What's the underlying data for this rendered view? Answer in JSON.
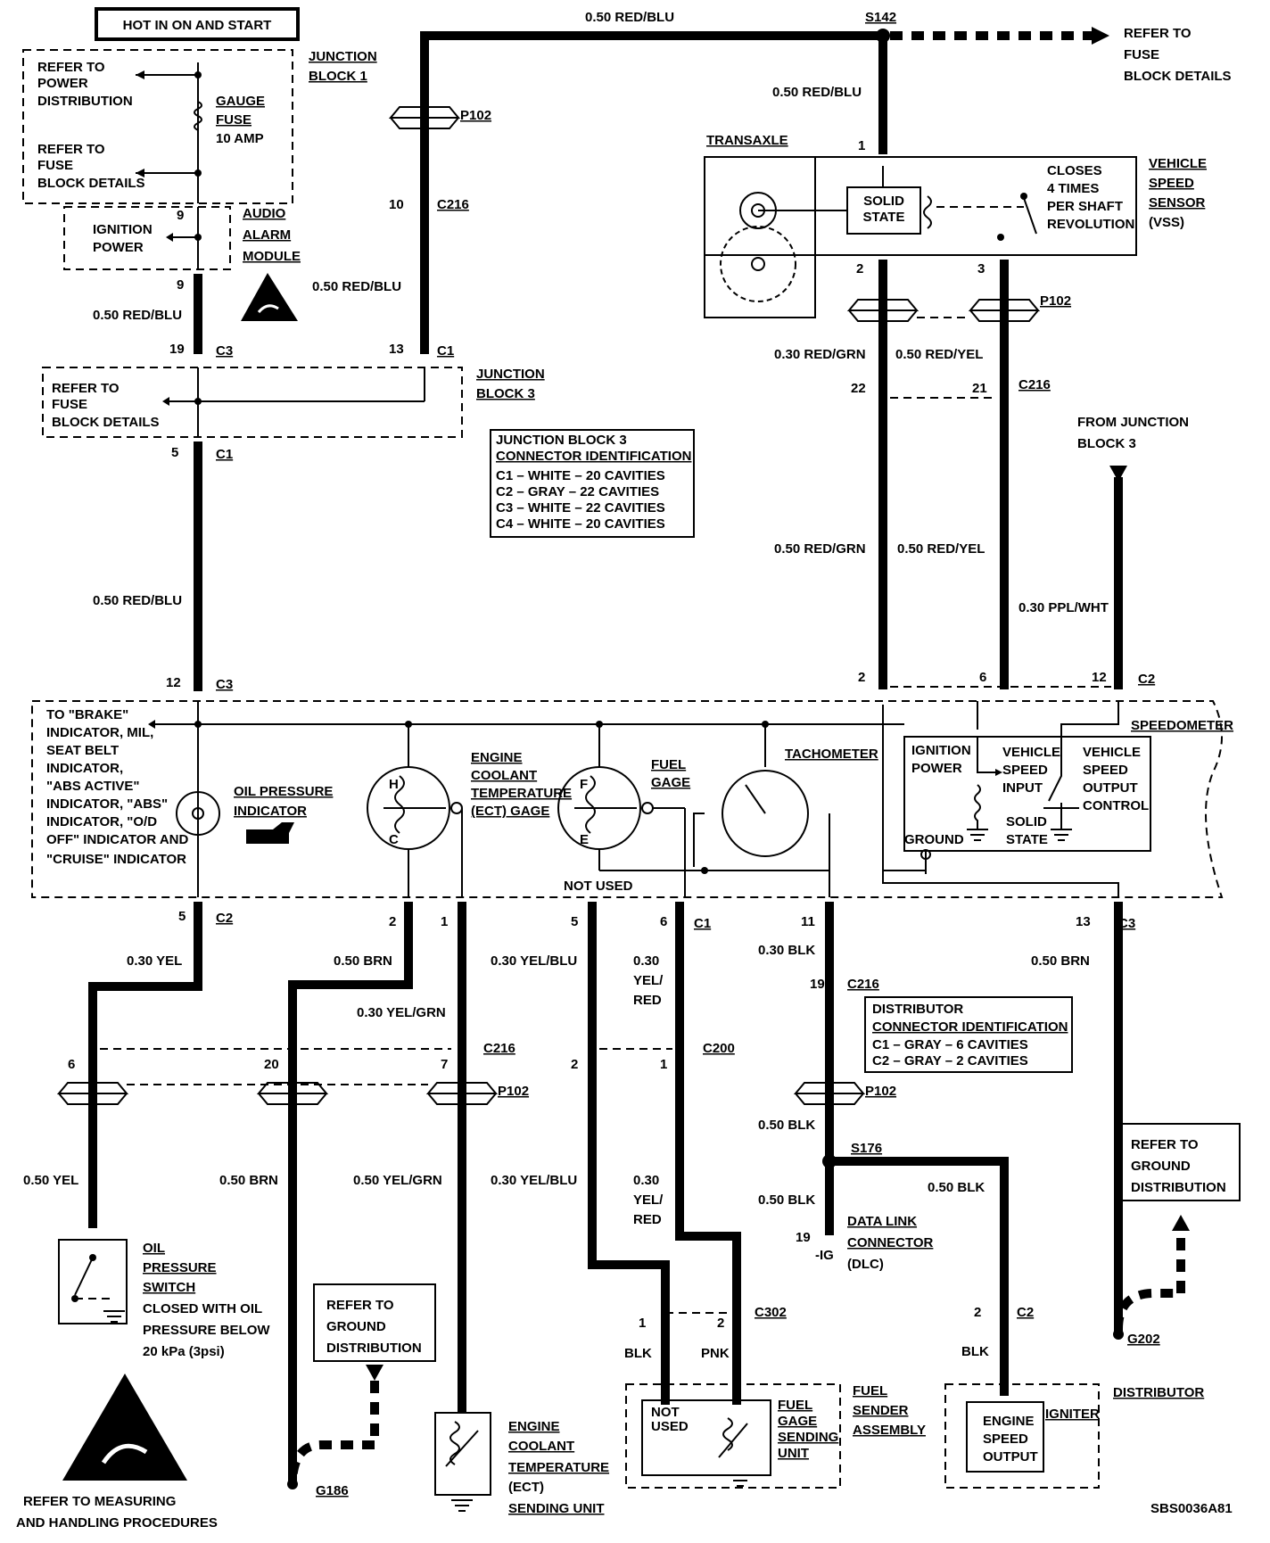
{
  "header": {
    "power_label": "HOT IN ON AND START"
  },
  "junction_block_1": {
    "title": [
      "JUNCTION",
      "BLOCK 1"
    ],
    "refer_power": [
      "REFER TO",
      "POWER",
      "DISTRIBUTION"
    ],
    "fuse": [
      "GAUGE",
      "FUSE",
      "10 AMP"
    ],
    "refer_fuse": [
      "REFER TO",
      "FUSE",
      "BLOCK DETAILS"
    ]
  },
  "audio_alarm": {
    "ignition": [
      "IGNITION",
      "POWER"
    ],
    "title": [
      "AUDIO",
      "ALARM",
      "MODULE"
    ]
  },
  "junction_block_3": {
    "title": [
      "JUNCTION",
      "BLOCK 3"
    ],
    "refer_fuse": [
      "REFER TO",
      "FUSE",
      "BLOCK DETAILS"
    ],
    "ident_title": [
      "JUNCTION BLOCK 3",
      "CONNECTOR IDENTIFICATION"
    ],
    "ident_lines": [
      "C1 – WHITE – 20 CAVITIES",
      "C2 – GRAY – 22 CAVITIES",
      "C3 – WHITE – 22 CAVITIES",
      "C4 – WHITE – 20 CAVITIES"
    ]
  },
  "wires": {
    "red_blu": "0.50 RED/BLU",
    "red_blu_spaced": "0.50  RED/BLU",
    "red_grn_030": "0.30 RED/GRN",
    "red_yel_spaced": "0.50  RED/YEL",
    "red_grn": "0.50 RED/GRN",
    "red_yel": "0.50 RED/YEL",
    "ppl_wht": "0.30 PPL/WHT",
    "yel_030": "0.30 YEL",
    "brn": "0.50 BRN",
    "yel_grn_030": "0.30 YEL/GRN",
    "yel_blu_030": "0.30 YEL/BLU",
    "yel_red_030": [
      "0.30",
      "YEL/",
      "RED"
    ],
    "blk_030": "0.30 BLK",
    "brn_right": "0.50 BRN",
    "yel_050": "0.50 YEL",
    "brn_050": "0.50 BRN",
    "yel_grn_050": "0.50  YEL/GRN",
    "blk_050": "0.50 BLK",
    "blk_050b": "0.50 BLK",
    "blk_050c": "0.50 BLK",
    "blk": "BLK",
    "pnk": "PNK",
    "blk_ign": "BLK"
  },
  "splices": {
    "s142": "S142",
    "s176": "S176"
  },
  "connectors": {
    "p102": "P102",
    "c216": "C216",
    "c1": "C1",
    "c2": "C2",
    "c3": "C3",
    "c200": "C200",
    "c302": "C302",
    "g186": "G186",
    "g202": "G202",
    "not_used": "NOT USED"
  },
  "pins": {
    "p9a": "9",
    "p9b": "9",
    "p19": "19",
    "p13": "13",
    "p10": "10",
    "p5": "5",
    "p12": "12",
    "p1": "1",
    "p2": "2",
    "p3": "3",
    "p22": "22",
    "p21": "21",
    "p2b": "2",
    "p6": "6",
    "p12b": "12",
    "b5": "5",
    "b2": "2",
    "b1": "1",
    "b5b": "5",
    "b6": "6",
    "b11": "11",
    "b13": "13",
    "b19": "19",
    "c6": "6",
    "c20": "20",
    "c7": "7",
    "c2": "2",
    "c1": "1",
    "d1": "1",
    "d2": "2",
    "d19": "19",
    "d2b": "2"
  },
  "fuse_ref": [
    "REFER TO",
    "FUSE",
    "BLOCK DETAILS"
  ],
  "transaxle": "TRANSAXLE",
  "vss": {
    "solid_state": [
      "SOLID",
      "STATE"
    ],
    "closes": [
      "CLOSES",
      "4 TIMES",
      "PER SHAFT",
      "REVOLUTION"
    ],
    "title": [
      "VEHICLE",
      "SPEED",
      "SENSOR"
    ],
    "abbr": "(VSS)"
  },
  "from_jb3": [
    "FROM JUNCTION",
    "BLOCK 3"
  ],
  "cluster": {
    "to_brake": [
      "TO \"BRAKE\"",
      "INDICATOR, MIL,",
      "SEAT BELT",
      "INDICATOR,",
      "\"ABS ACTIVE\"",
      "INDICATOR, \"ABS\"",
      "INDICATOR, \"O/D",
      "OFF\" INDICATOR AND",
      "\"CRUISE\" INDICATOR"
    ],
    "oil_pressure": [
      "OIL PRESSURE",
      "INDICATOR"
    ],
    "ect_gage": [
      "ENGINE",
      "COOLANT",
      "TEMPERATURE",
      "(ECT) GAGE"
    ],
    "fuel_gage": [
      "FUEL",
      "GAGE"
    ],
    "tachometer": "TACHOMETER",
    "speedometer": "SPEEDOMETER",
    "ignition_power": [
      "IGNITION",
      "POWER"
    ],
    "vss_input": [
      "VEHICLE",
      "SPEED",
      "INPUT"
    ],
    "vss_output": [
      "VEHICLE",
      "SPEED",
      "OUTPUT",
      "CONTROL"
    ],
    "solid_state": [
      "SOLID",
      "STATE"
    ],
    "ground": "GROUND",
    "gauge_letters": {
      "h": "H",
      "c": "C",
      "f": "F",
      "e": "E"
    }
  },
  "distributor_ident": {
    "title": [
      "DISTRIBUTOR",
      "CONNECTOR IDENTIFICATION"
    ],
    "lines": [
      "C1 – GRAY – 6 CAVITIES",
      "C2 – GRAY – 2 CAVITIES"
    ]
  },
  "ground_ref_right": [
    "REFER TO",
    "GROUND",
    "DISTRIBUTION"
  ],
  "ground_ref_left": [
    "REFER TO",
    "GROUND",
    "DISTRIBUTION"
  ],
  "oil_switch": [
    "OIL",
    "PRESSURE",
    "SWITCH",
    "CLOSED WITH OIL",
    "PRESSURE BELOW",
    "20 kPa (3psi)"
  ],
  "ect_unit": [
    "ENGINE",
    "COOLANT",
    "TEMPERATURE",
    "(ECT)",
    "SENDING UNIT"
  ],
  "fuel_sender": {
    "not_used": [
      "NOT",
      "USED"
    ],
    "unit": [
      "FUEL",
      "GAGE",
      "SENDING",
      "UNIT"
    ],
    "assembly": [
      "FUEL",
      "SENDER",
      "ASSEMBLY"
    ]
  },
  "dlc": {
    "ig": "-IG",
    "title": [
      "DATA LINK",
      "CONNECTOR"
    ],
    "abbr": "(DLC)"
  },
  "distributor": {
    "title": "DISTRIBUTOR",
    "igniter": "IGNITER",
    "esout": [
      "ENGINE",
      "SPEED",
      "OUTPUT"
    ]
  },
  "footer": {
    "handling": [
      "REFER TO  MEASURING",
      "AND HANDLING PROCEDURES"
    ],
    "code": "SBS0036A81"
  }
}
